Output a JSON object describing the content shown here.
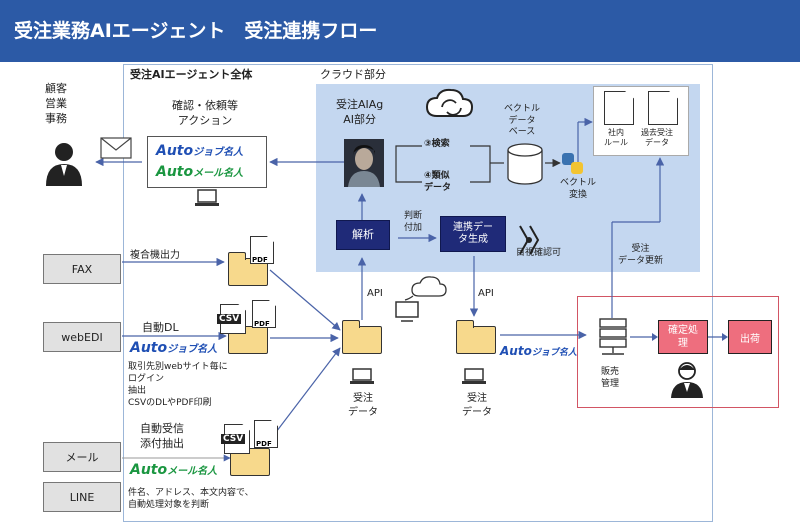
{
  "header": {
    "title": "受注業務AIエージェント　受注連携フロー"
  },
  "outer_label": "受注AIエージェント全体",
  "cloud_label": "クラウド部分",
  "customer": {
    "label_lines": [
      "顧客",
      "営業",
      "事務"
    ]
  },
  "action_label_lines": [
    "確認・依頼等",
    "アクション"
  ],
  "logos": {
    "jobu_a": "Auto",
    "jobu_b": "ジョブ名人",
    "mail_a": "Auto",
    "mail_b": "メール名人"
  },
  "ai_label_lines": [
    "受注AIAg",
    "AI部分"
  ],
  "search_label": "③検索",
  "similar_label_lines": [
    "④類似",
    "データ"
  ],
  "vector_db_lines": [
    "ベクトル",
    "データ",
    "ベース"
  ],
  "vector_convert_lines": [
    "ベクトル",
    "変換"
  ],
  "docs": {
    "rules_lines": [
      "社内",
      "ルール"
    ],
    "past_lines": [
      "過去受注",
      "データ"
    ]
  },
  "analysis_label": "解析",
  "judge_label_lines": [
    "判断",
    "付加"
  ],
  "coop_label_lines": [
    "連携デー",
    "タ生成"
  ],
  "visual_check_label": "目視確認可",
  "update_label_lines": [
    "受注",
    "データ更新"
  ],
  "channels": {
    "fax": "FAX",
    "webedi": "webEDI",
    "mail": "メール",
    "line": "LINE"
  },
  "channel_notes": {
    "fax": "複合機出力",
    "webedi": "自動DL",
    "webedi_steps": [
      "取引先別webサイト毎に",
      "ログイン",
      "抽出",
      "CSVのDLやPDF印刷"
    ],
    "mail_lines": [
      "自動受信",
      "添付抽出"
    ],
    "line_lines": [
      "件名、アドレス、本文内容で、",
      "自動処理対象を判断"
    ]
  },
  "file_labels": {
    "pdf": "PDF",
    "csv": "CSV"
  },
  "api_label": "API",
  "order_data_lines": [
    "受注",
    "データ"
  ],
  "sales": {
    "label_lines": [
      "販売",
      "管理"
    ],
    "confirm_lines": [
      "確定処",
      "理"
    ],
    "ship": "出荷"
  }
}
